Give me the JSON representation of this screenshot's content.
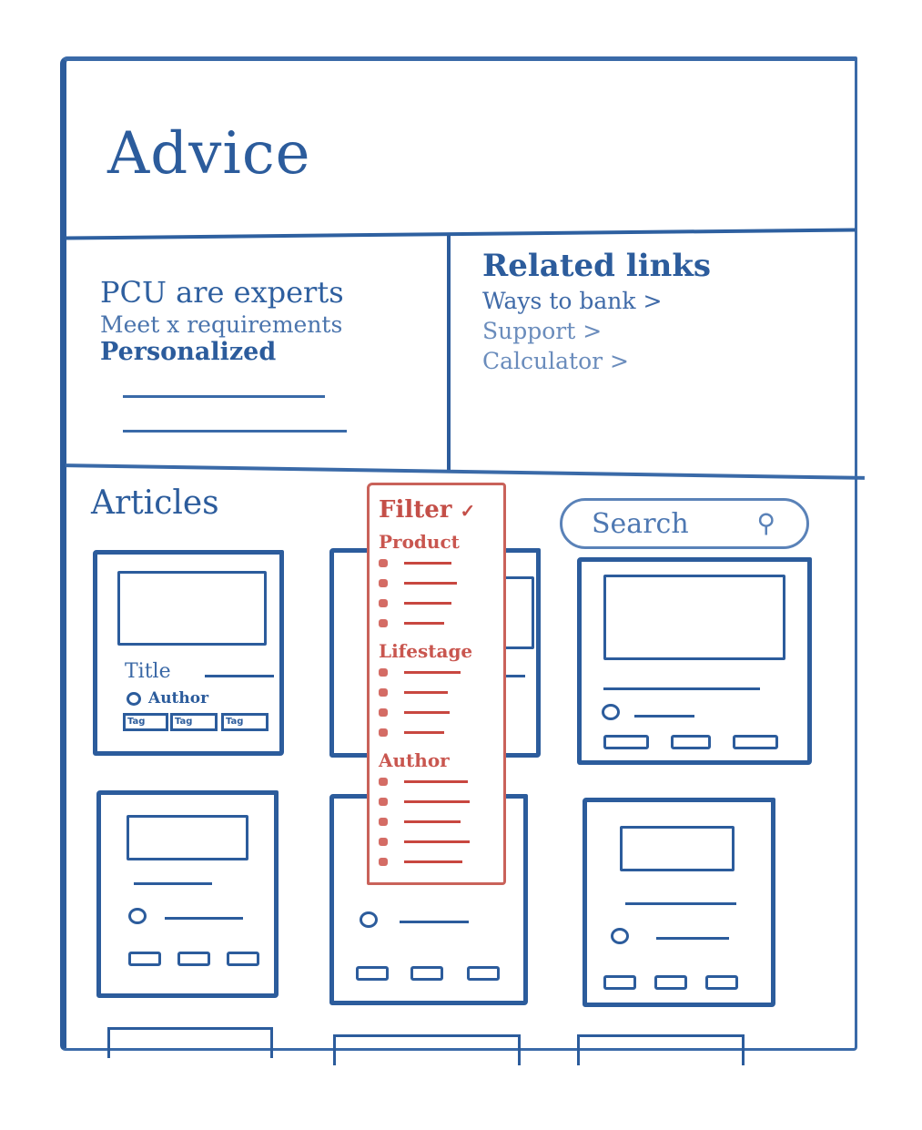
{
  "header": {
    "title": "Advice"
  },
  "intro": {
    "heading": "PCU are experts",
    "line1": "Meet x requirements",
    "line2": "Personalized"
  },
  "related_links": {
    "heading": "Related links",
    "links": [
      {
        "label": "Ways to bank >"
      },
      {
        "label": "Support >"
      },
      {
        "label": "Calculator >"
      }
    ]
  },
  "articles": {
    "heading": "Articles",
    "first_card": {
      "title": "Title",
      "author": "Author",
      "tags": [
        "Tag",
        "Tag",
        "Tag"
      ]
    }
  },
  "search": {
    "placeholder": "Search",
    "icon": "search-icon"
  },
  "filter": {
    "heading": "Filter",
    "toggle_icon": "checkmark-icon",
    "sections": [
      {
        "label": "Product",
        "option_count": 4
      },
      {
        "label": "Lifestage",
        "option_count": 4
      },
      {
        "label": "Author",
        "option_count": 5
      }
    ]
  },
  "colors": {
    "ink_blue": "#2c5c9c",
    "ink_red": "#c9504a",
    "background": "#ffffff"
  }
}
